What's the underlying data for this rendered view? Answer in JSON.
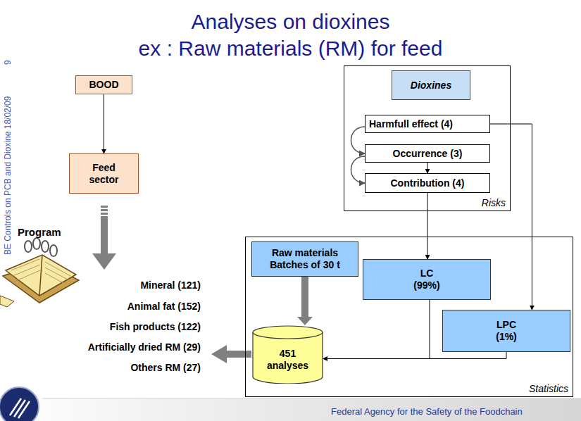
{
  "diagram": {
    "title": "Analyses on dioxines",
    "nodes": [
      {
        "text": [
          "BOOD"
        ]
      },
      {
        "text": [
          "Feed sector"
        ]
      },
      {
        "text": [
          "Risks"
        ]
      },
      {
        "text": [
          "Dioxines"
        ],
        "in": 2
      },
      {
        "text": [
          "Harmfull effect (4)"
        ],
        "in": 2
      },
      {
        "text": [
          "Occurrence (3)"
        ],
        "in": 2
      },
      {
        "text": [
          "Contribution (4)"
        ],
        "in": 2
      },
      {
        "text": [
          "Statistics"
        ]
      },
      {
        "text": [
          "Raw materials Batches of 30 t"
        ],
        "in": 7
      },
      {
        "text": [
          "LC",
          "(99%)"
        ],
        "in": 7
      },
      {
        "text": [
          "LPC",
          "(1%)"
        ],
        "in": 7
      },
      {
        "text": [
          "451 analyses"
        ],
        "in": 7
      }
    ],
    "edges": [
      {
        "from": 0,
        "to": 1,
        "arrow": "to"
      },
      {
        "from": 4,
        "to": 5,
        "arrow": "to"
      },
      {
        "from": 5,
        "to": 6,
        "arrow": "to"
      },
      {
        "from": 5,
        "to": 6,
        "arrow": "to"
      },
      {
        "from": 6,
        "to": 9,
        "arrow": "to"
      },
      {
        "from": 4,
        "to": 10,
        "arrow": "to"
      },
      {
        "from": 8,
        "to": 11,
        "arrow": "to"
      },
      {
        "from": 9,
        "to": 11,
        "arrow": "to"
      },
      {
        "from": 10,
        "to": 11,
        "arrow": "to"
      }
    ],
    "labels": [
      "ex : Raw materials (RM) for feed",
      "BE Controls on PCB and Dioxine 18/02/09",
      "9",
      "Program",
      "Mineral (121)",
      "Animal fat (152)",
      "Fish products (122)",
      "Artificially dried RM (29)",
      "Others RM (27)",
      "Federal Agency for the Safety of the Foodchain"
    ]
  }
}
